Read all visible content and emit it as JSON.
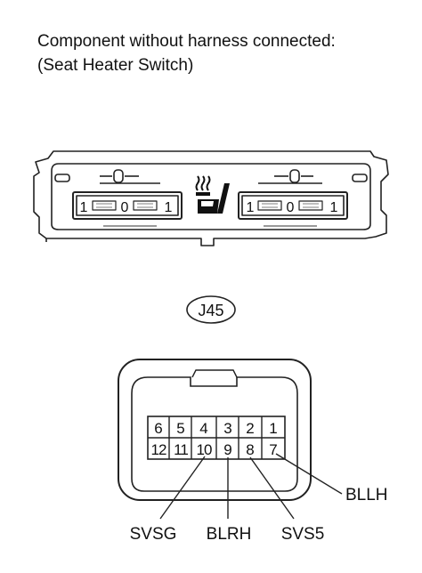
{
  "title": {
    "line1": "Component without harness connected:",
    "line2": "(Seat Heater Switch)"
  },
  "switch_panel": {
    "left_rocker": [
      "1",
      "0",
      "1"
    ],
    "right_rocker": [
      "1",
      "0",
      "1"
    ],
    "center_icon": "seat-heater-icon"
  },
  "connector": {
    "code": "J45",
    "pins_top": [
      "6",
      "5",
      "4",
      "3",
      "2",
      "1"
    ],
    "pins_bottom": [
      "12",
      "11",
      "10",
      "9",
      "8",
      "7"
    ],
    "callouts": {
      "svsg": "SVSG",
      "blrh": "BLRH",
      "svs5": "SVS5",
      "bllh": "BLLH"
    }
  }
}
